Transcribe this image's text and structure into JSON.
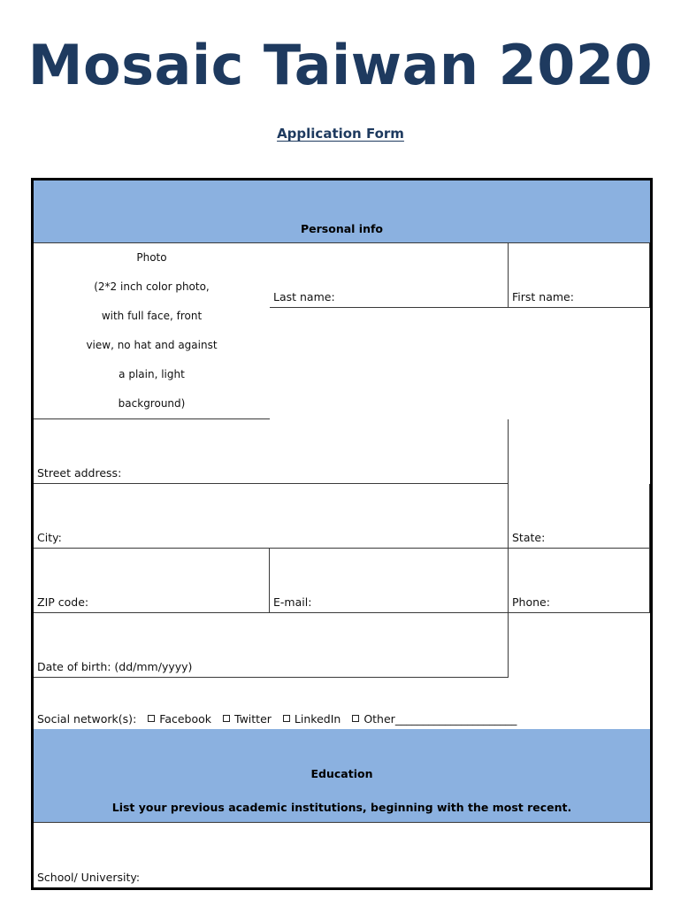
{
  "document": {
    "title": "Mosaic Taiwan 2020",
    "subtitle": "Application Form",
    "title_color": "#1e3a5f",
    "section_header_color": "#8bb1e0"
  },
  "sections": {
    "personal": {
      "heading": "Personal info",
      "fields": {
        "last_name": "Last name:",
        "first_name": "First name:",
        "street_address": "Street address:",
        "city": "City:",
        "state": "State:",
        "zip_code": "ZIP code:",
        "email": "E-mail:",
        "phone": "Phone:",
        "date_of_birth": "Date of birth: (dd/mm/yyyy)"
      },
      "photo_note": [
        "Photo",
        "(2*2 inch color photo,",
        "with full face, front",
        "view, no hat and against",
        "a plain, light",
        "background)"
      ],
      "social": {
        "label": "Social network(s):",
        "options": [
          {
            "icon": "checkbox-unchecked-icon",
            "label": "Facebook"
          },
          {
            "icon": "checkbox-unchecked-icon",
            "label": "Twitter"
          },
          {
            "icon": "checkbox-unchecked-icon",
            "label": "LinkedIn"
          },
          {
            "icon": "checkbox-unchecked-icon",
            "label": "Other"
          }
        ],
        "other_blank": "______________________"
      }
    },
    "education": {
      "heading": "Education",
      "instruction": "List your previous academic institutions, beginning with the most recent.",
      "fields": {
        "school_university": "School/ University:"
      }
    }
  }
}
